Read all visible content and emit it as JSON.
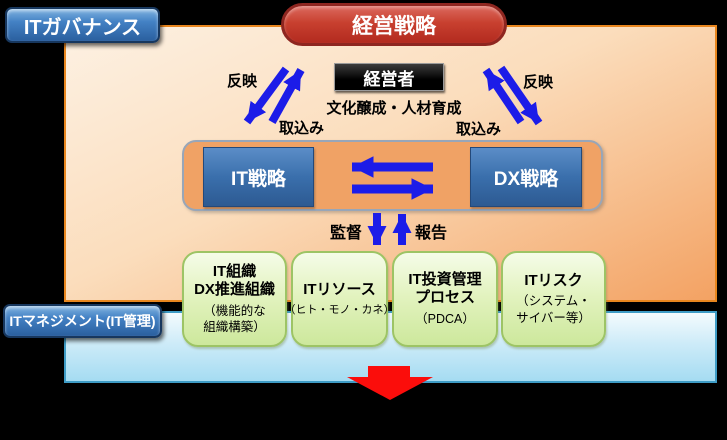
{
  "diagram": {
    "governance_label": "ITガバナンス",
    "management_label": "ITマネジメント(IT管理)",
    "management_strategy": "経営戦略",
    "executive": "経営者",
    "culture_note": "文化醸成・人材育成",
    "reflect_left": "反映",
    "intake_left": "取込み",
    "reflect_right": "反映",
    "intake_right": "取込み",
    "it_strategy": "IT戦略",
    "dx_strategy": "DX戦略",
    "supervise": "監督",
    "report": "報告",
    "foundations": [
      {
        "t1": "IT組織",
        "t2": "DX推進組織",
        "s1": "（機能的な",
        "s2": "組織構築）"
      },
      {
        "t1": "ITリソース",
        "s1": "（ヒト・モノ・カネ）"
      },
      {
        "t1": "IT投資管理",
        "t2": "プロセス",
        "s1": "（PDCA）"
      },
      {
        "t1": "ITリスク",
        "s1": "（システム・",
        "s2": "サイバー等）"
      }
    ]
  },
  "colors": {
    "arrow_blue": "#1C1CE8",
    "down_arrow_red": "#FB0D0B",
    "down_arrow_red_edge": "#C70000"
  }
}
